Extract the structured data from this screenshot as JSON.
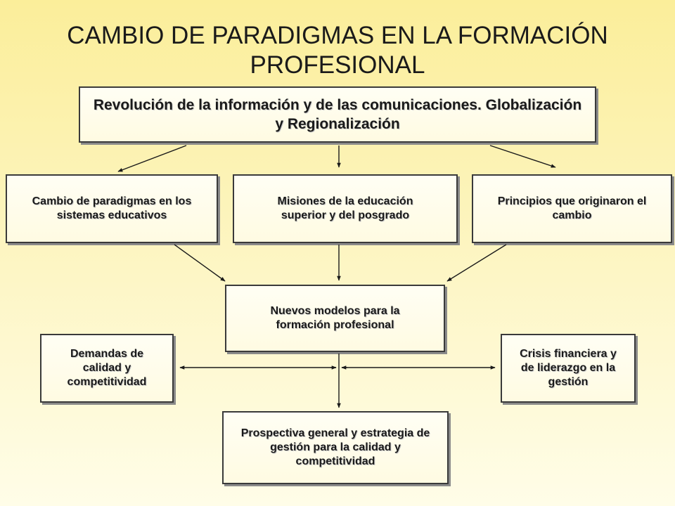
{
  "title": "CAMBIO DE PARADIGMAS EN LA FORMACIÓN PROFESIONAL",
  "boxes": {
    "revolution": "Revolución de la información y de las comunicaciones. Globalización y Regionalización",
    "paradigm_change": "Cambio de paradigmas en los sistemas educativos",
    "missions": "Misiones de la educación superior y del posgrado",
    "principles": "Principios que originaron el cambio",
    "new_models": "Nuevos modelos para la formación profesional",
    "quality_demands": "Demandas de calidad y competitividad",
    "financial_crisis": "Crisis financiera y de liderazgo en la gestión",
    "prospective": "Prospectiva general y estrategia de gestión para la calidad y competitividad"
  },
  "colors": {
    "background_top": "#fbee9a",
    "background_bottom": "#fffde8",
    "box_border": "#3a3a3a",
    "arrow": "#1a1a1a"
  }
}
